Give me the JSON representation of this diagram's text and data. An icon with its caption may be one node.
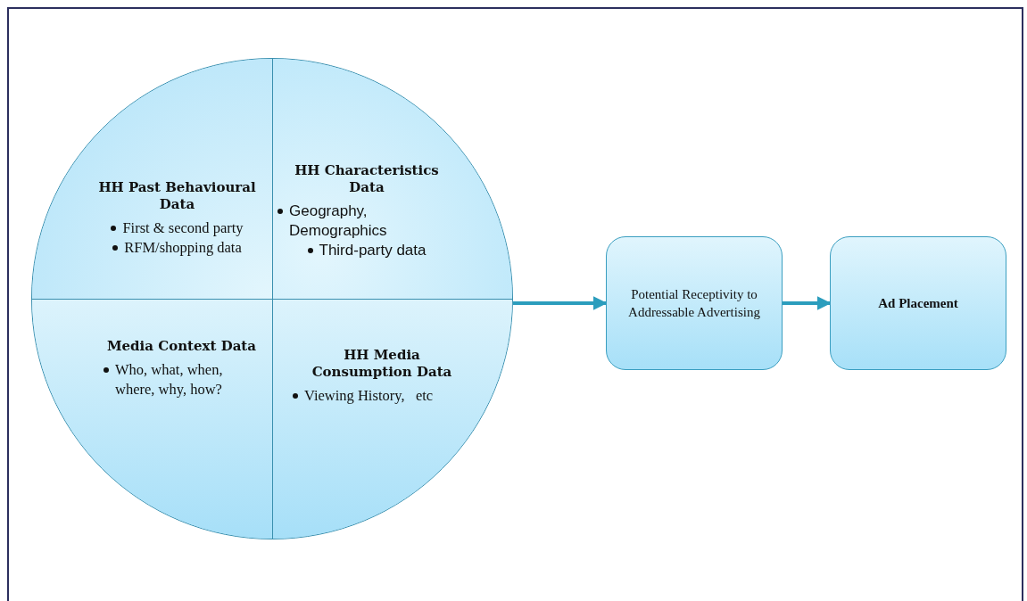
{
  "diagram": {
    "nodes": [
      {
        "text": [],
        "shape": "circle"
      },
      {
        "text": [
          "HH Past Behavioural Data",
          "First & second party",
          "RFM/shopping data"
        ],
        "in": 0
      },
      {
        "text": [
          "HH Characteristics Data",
          "Geography, Demographics",
          "Third-party data"
        ],
        "in": 0
      },
      {
        "text": [
          "Media Context Data",
          "Who, what, when, where, why, how?"
        ],
        "in": 0
      },
      {
        "text": [
          "HH Media Consumption Data",
          "Viewing History,   etc"
        ],
        "in": 0
      },
      {
        "text": [
          "Potential Receptivity to Addressable Advertising"
        ]
      },
      {
        "text": [
          "Ad Placement"
        ]
      }
    ],
    "edges": [
      {
        "from": 0,
        "to": 5,
        "arrow": "to"
      },
      {
        "from": 5,
        "to": 6,
        "arrow": "to"
      }
    ]
  }
}
